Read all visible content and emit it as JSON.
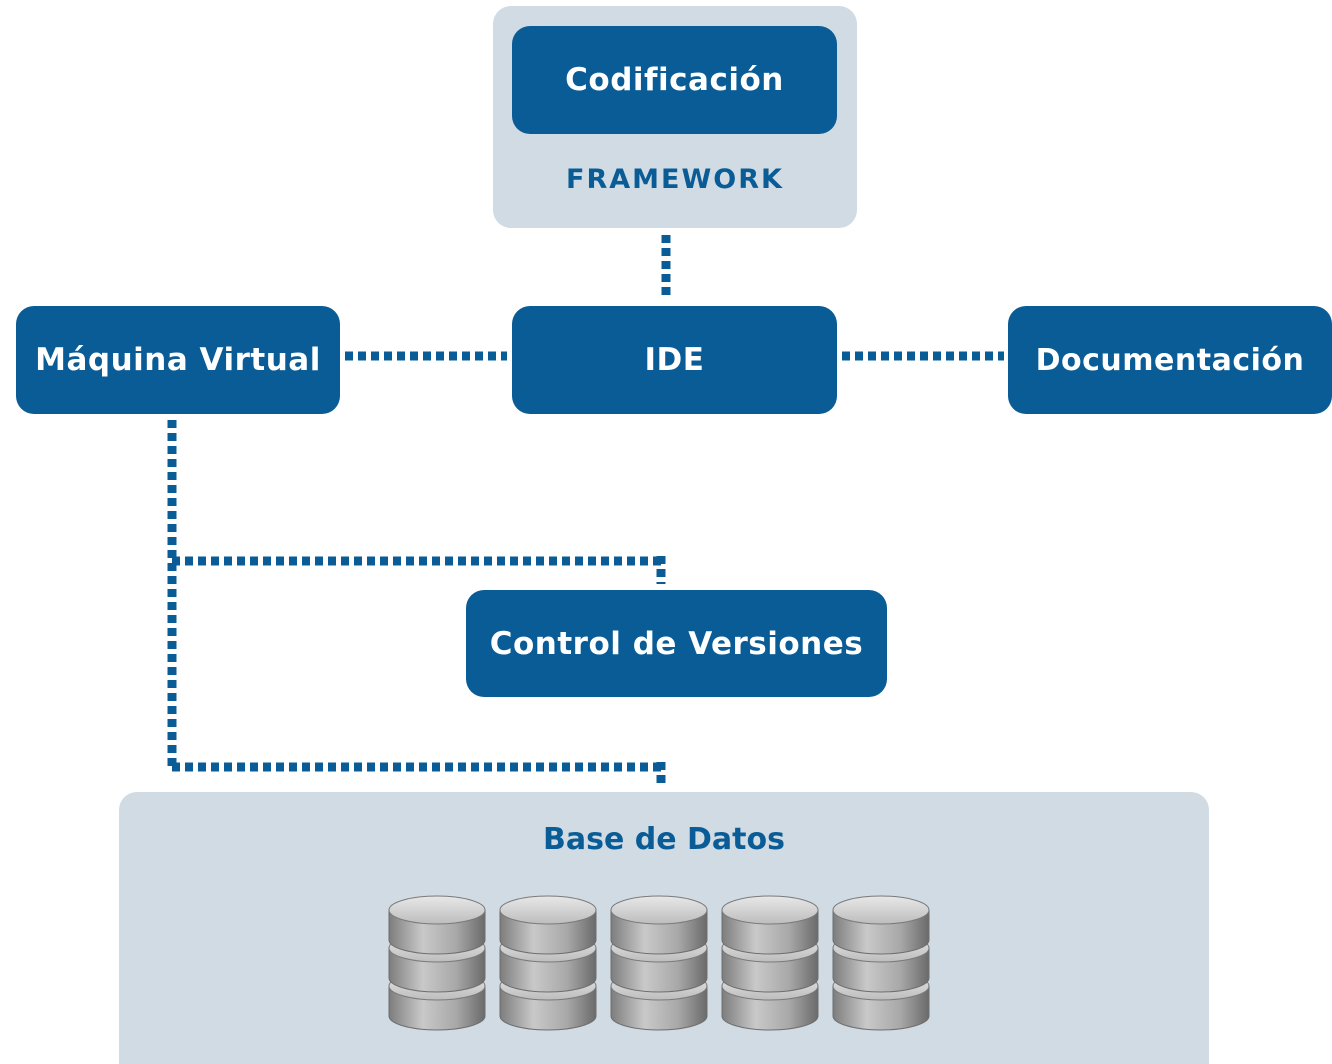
{
  "framework_group": {
    "top_box_label": "Codificación",
    "group_label": "FRAMEWORK"
  },
  "nodes": {
    "ide": "IDE",
    "virtual_machine": "Máquina Virtual",
    "documentation": "Documentación",
    "version_control": "Control de Versiones"
  },
  "database_group": {
    "label": "Base de Datos",
    "cylinder_count": 5
  },
  "colors": {
    "primary_box": "#0a5c96",
    "panel": "#d0dbe3",
    "connector": "#0a5c96",
    "cylinder_top": "#d4d4d4",
    "cylinder_side": "#9a9a9a"
  }
}
